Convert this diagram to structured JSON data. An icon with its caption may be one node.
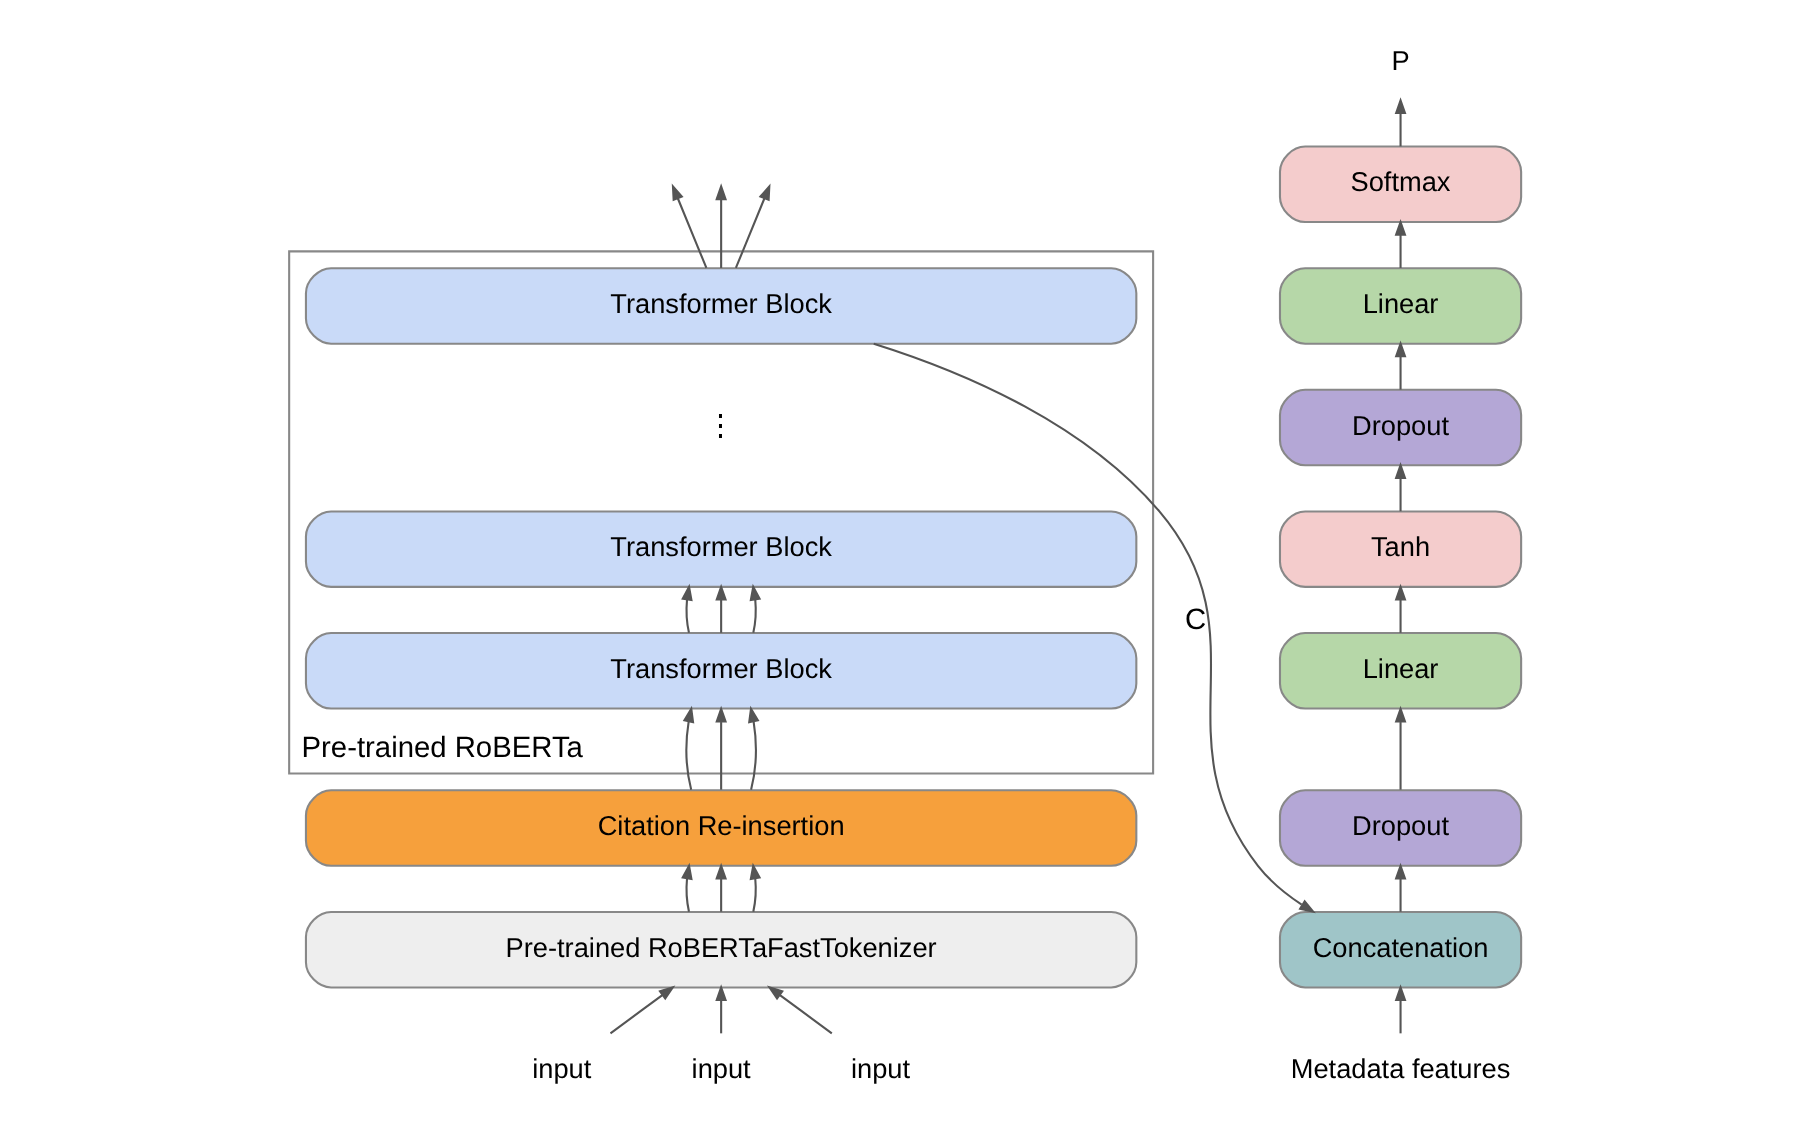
{
  "diagram": {
    "nodes": [
      {
        "text": [
          "Pre-trained RoBERTa"
        ]
      },
      {
        "text": [
          "Transformer Block"
        ],
        "in": 0
      },
      {
        "text": [
          "Transformer Block"
        ],
        "in": 0
      },
      {
        "text": [
          "Transformer Block"
        ],
        "in": 0
      },
      {
        "text": [
          "Citation Re-insertion"
        ]
      },
      {
        "text": [
          "Pre-trained RoBERTaFastTokenizer"
        ]
      },
      {
        "text": [
          "input"
        ]
      },
      {
        "text": [
          "input"
        ]
      },
      {
        "text": [
          "input"
        ]
      },
      {
        "text": [
          "Concatenation"
        ]
      },
      {
        "text": [
          "Dropout"
        ]
      },
      {
        "text": [
          "Linear"
        ]
      },
      {
        "text": [
          "Tanh"
        ]
      },
      {
        "text": [
          "Dropout"
        ]
      },
      {
        "text": [
          "Linear"
        ]
      },
      {
        "text": [
          "Softmax"
        ]
      },
      {
        "text": [
          "P"
        ]
      },
      {
        "text": [
          "Metadata features"
        ]
      }
    ],
    "edges": [
      {
        "from": 6,
        "to": 5,
        "arrow": "to"
      },
      {
        "from": 7,
        "to": 5,
        "arrow": "to"
      },
      {
        "from": 8,
        "to": 5,
        "arrow": "to"
      },
      {
        "from": 5,
        "to": 4,
        "arrow": "to"
      },
      {
        "from": 5,
        "to": 4,
        "arrow": "to"
      },
      {
        "from": 5,
        "to": 4,
        "arrow": "to"
      },
      {
        "from": 4,
        "to": 3,
        "arrow": "to"
      },
      {
        "from": 4,
        "to": 3,
        "arrow": "to"
      },
      {
        "from": 4,
        "to": 3,
        "arrow": "to"
      },
      {
        "from": 3,
        "to": 2,
        "arrow": "to"
      },
      {
        "from": 3,
        "to": 2,
        "arrow": "to"
      },
      {
        "from": 3,
        "to": 2,
        "arrow": "to"
      },
      {
        "from": 1,
        "to": null,
        "arrow": "to"
      },
      {
        "from": 1,
        "to": null,
        "arrow": "to"
      },
      {
        "from": 1,
        "to": null,
        "arrow": "to"
      },
      {
        "from": 1,
        "to": 9,
        "arrow": "to",
        "label": "C"
      },
      {
        "from": 17,
        "to": 9,
        "arrow": "to"
      },
      {
        "from": 9,
        "to": 10,
        "arrow": "to"
      },
      {
        "from": 10,
        "to": 11,
        "arrow": "to"
      },
      {
        "from": 11,
        "to": 12,
        "arrow": "to"
      },
      {
        "from": 12,
        "to": 13,
        "arrow": "to"
      },
      {
        "from": 13,
        "to": 14,
        "arrow": "to"
      },
      {
        "from": 14,
        "to": 15,
        "arrow": "to"
      },
      {
        "from": 15,
        "to": 16,
        "arrow": "to"
      }
    ],
    "labels": [
      "⋮"
    ]
  }
}
